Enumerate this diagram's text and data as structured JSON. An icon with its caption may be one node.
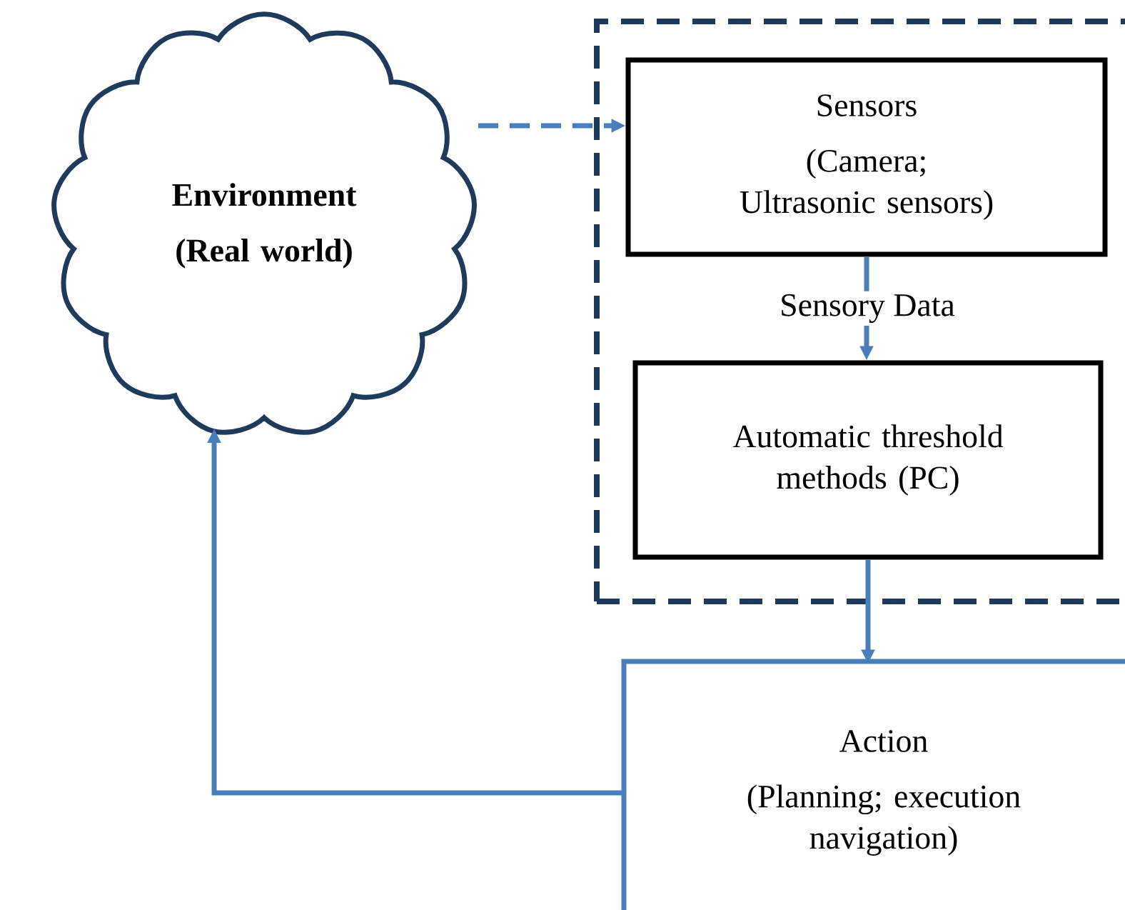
{
  "diagram": {
    "nodes": [
      {
        "text": [
          "**Environment**",
          "**(Real world)**"
        ]
      },
      {
        "text": [],
        "shape": "box"
      },
      {
        "text": [
          "Sensors",
          "(Camera; Ultrasonic sensors)"
        ],
        "in": 1
      },
      {
        "text": [
          "Automatic threshold methods (PC)"
        ],
        "in": 1
      },
      {
        "text": [
          "Action",
          "(Planning; execution navigation)"
        ]
      }
    ],
    "edges": [
      {
        "from": 0,
        "to": 2,
        "arrow": "to",
        "style": "dashed"
      },
      {
        "from": 2,
        "to": 3,
        "arrow": "to",
        "label": "Sensory Data"
      },
      {
        "from": 3,
        "to": 4,
        "arrow": "to"
      },
      {
        "from": 4,
        "to": 0,
        "arrow": "to"
      }
    ]
  }
}
